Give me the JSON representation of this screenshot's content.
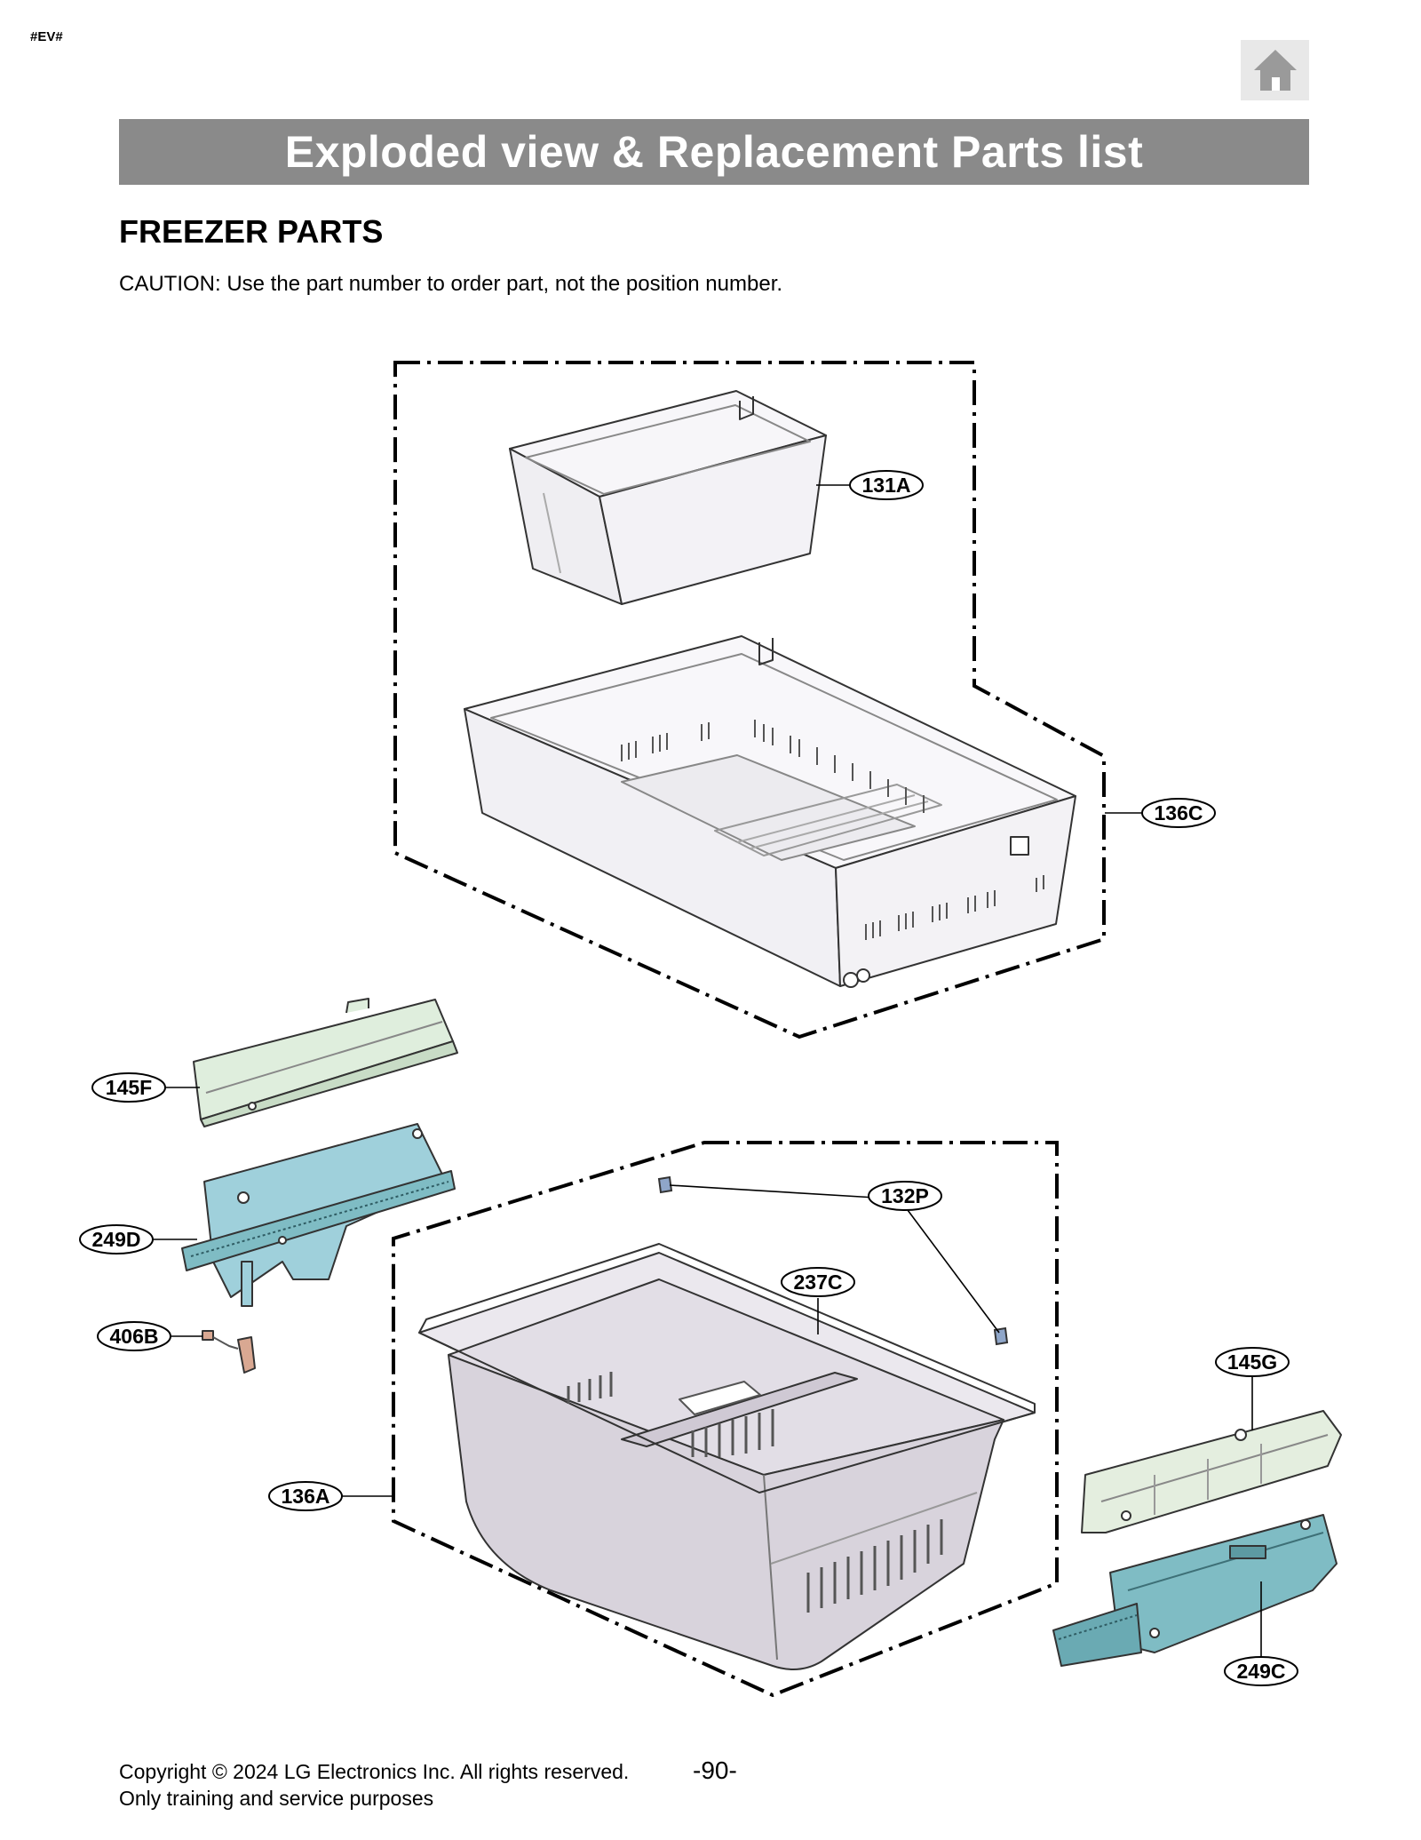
{
  "header": {
    "tag": "#EV#",
    "home_icon": "home-icon",
    "title": "Exploded view & Replacement Parts list"
  },
  "section": {
    "title": "FREEZER PARTS",
    "caution": "CAUTION: Use the part number to order part, not the position number."
  },
  "callouts": {
    "c131A": "131A",
    "c136C": "136C",
    "c145F": "145F",
    "c249D": "249D",
    "c406B": "406B",
    "c132P": "132P",
    "c237C": "237C",
    "c136A": "136A",
    "c145G": "145G",
    "c249C": "249C"
  },
  "colors": {
    "title_bar": "#8a8a8a",
    "rail_green": "#dfeedd",
    "rail_blue": "#9fd0db",
    "rail_teal": "#7fbcc4",
    "basket_purple": "#d8d3dc",
    "clip_blue": "#8fa6c9",
    "connector_pink": "#d9a892"
  },
  "footer": {
    "copyright": "Copyright © 2024 LG Electronics Inc. All rights reserved.",
    "purpose": "Only training and service purposes",
    "page": "-90-"
  }
}
